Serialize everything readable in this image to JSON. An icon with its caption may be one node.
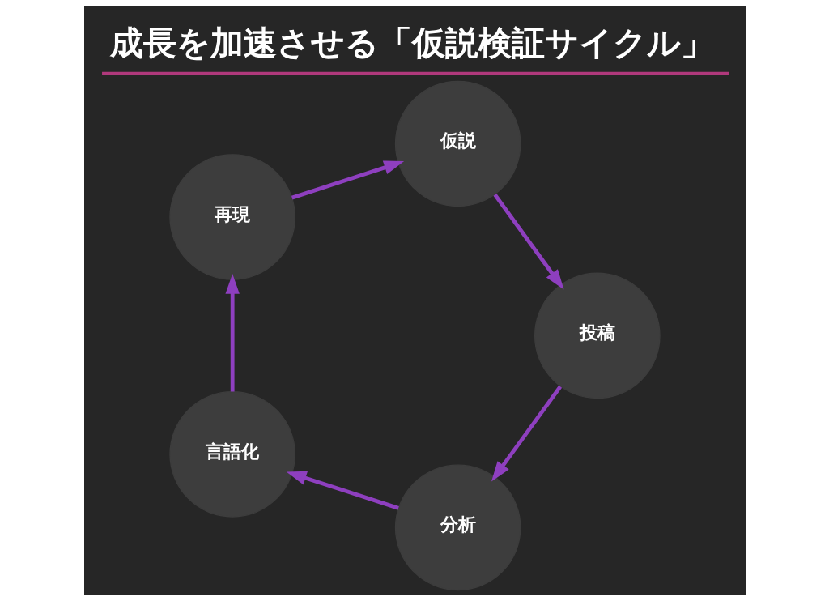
{
  "diagram": {
    "title": "成長を加速させる「仮説検証サイクル」",
    "nodes": [
      {
        "text": [
          "仮説"
        ]
      },
      {
        "text": [
          "投稿"
        ]
      },
      {
        "text": [
          "分析"
        ]
      },
      {
        "text": [
          "言語化"
        ]
      },
      {
        "text": [
          "再現"
        ]
      }
    ],
    "edges": [
      {
        "from": 0,
        "to": 1,
        "arrow": "to"
      },
      {
        "from": 1,
        "to": 2,
        "arrow": "to"
      },
      {
        "from": 2,
        "to": 3,
        "arrow": "to"
      },
      {
        "from": 3,
        "to": 4,
        "arrow": "to"
      },
      {
        "from": 4,
        "to": 0,
        "arrow": "to"
      }
    ]
  }
}
